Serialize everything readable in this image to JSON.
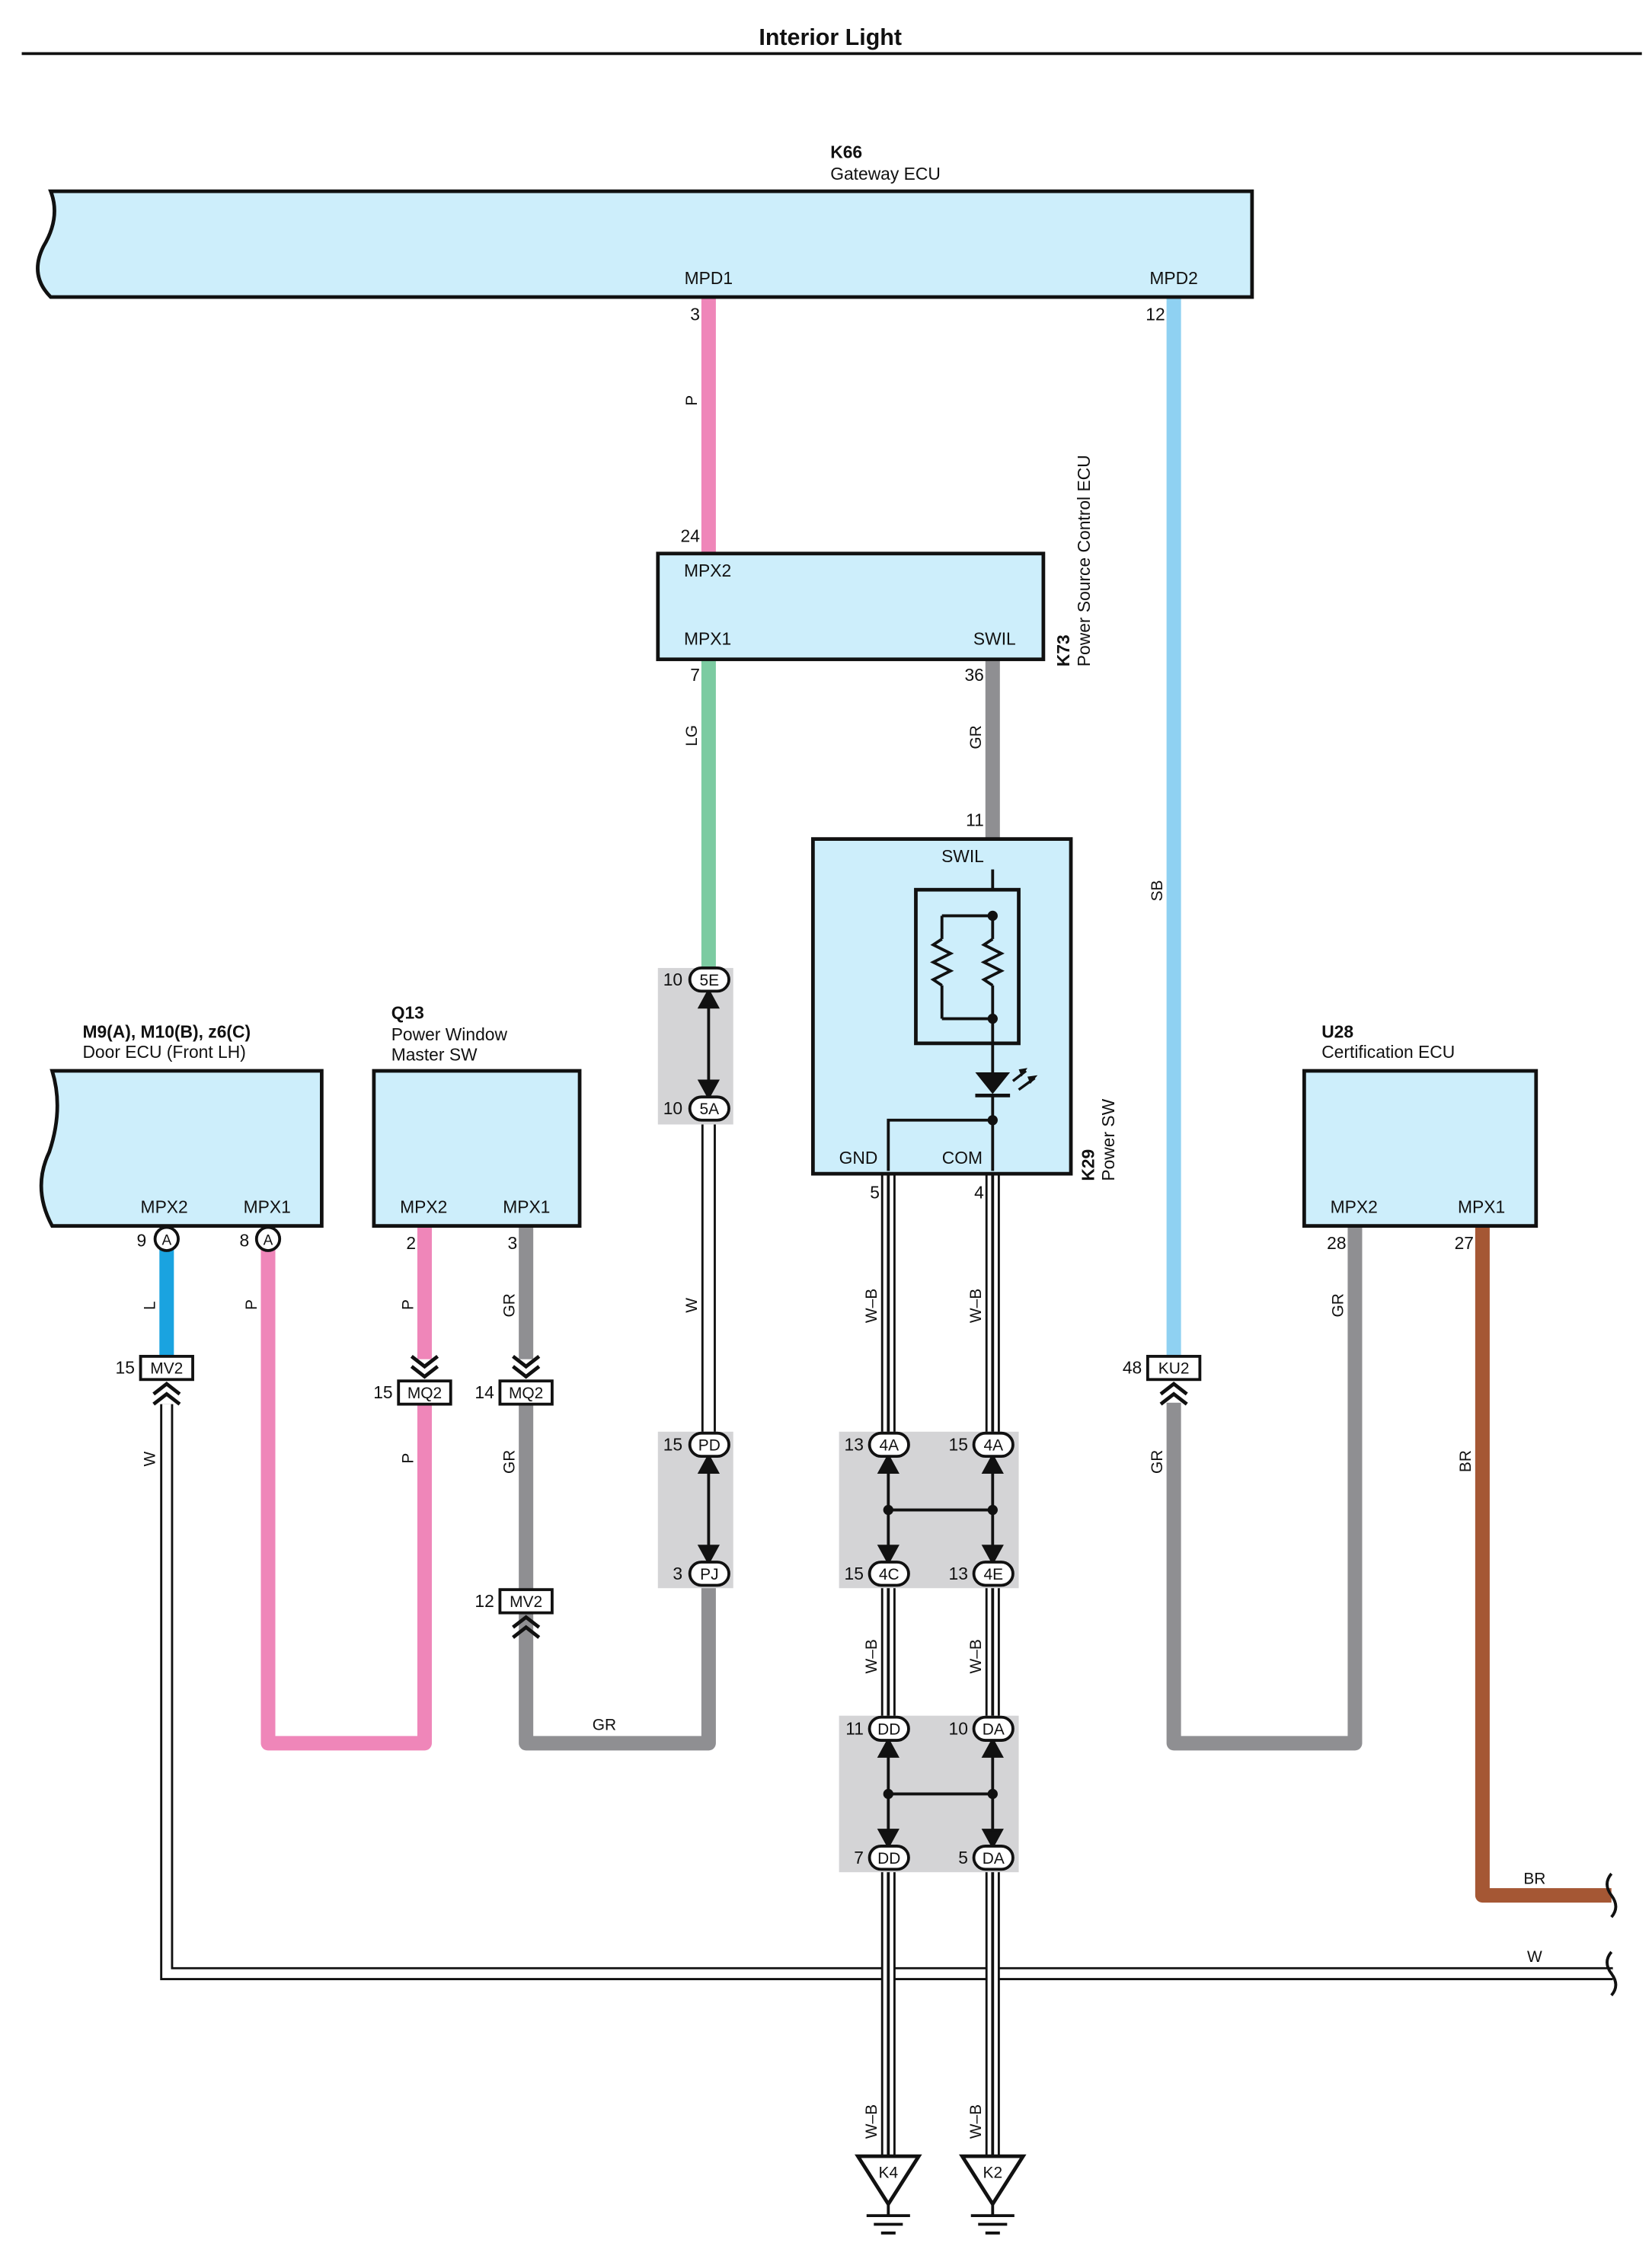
{
  "title": "Interior Light",
  "colors": {
    "ecu_fill": "#cdeefb",
    "junction_fill": "#d4d4d6",
    "P": "#ef86b9",
    "SB": "#8fd1f2",
    "LG": "#7ccba1",
    "GR": "#8f8f92",
    "L": "#1aa3e0",
    "BR": "#a55734",
    "W": "#ffffff",
    "outline": "#111111"
  },
  "components": {
    "k66": {
      "id": "K66",
      "name": "Gateway ECU",
      "pin_mpd1": "MPD1",
      "pin_mpd2": "MPD2"
    },
    "k73": {
      "id": "K73",
      "name": "Power Source Control ECU",
      "pin_mpx2": "MPX2",
      "pin_mpx1": "MPX1",
      "pin_swil": "SWIL"
    },
    "k29": {
      "id": "K29",
      "name": "Power SW",
      "pin_swil": "SWIL",
      "pin_gnd": "GND",
      "pin_com": "COM"
    },
    "m9": {
      "id": "M9(A), M10(B), z6(C)",
      "name": "Door ECU (Front LH)",
      "pin_mpx2": "MPX2",
      "pin_mpx1": "MPX1"
    },
    "q13": {
      "id": "Q13",
      "name_line1": "Power Window",
      "name_line2": "Master SW",
      "pin_mpx2": "MPX2",
      "pin_mpx1": "MPX1"
    },
    "u28": {
      "id": "U28",
      "name": "Certification ECU",
      "pin_mpx2": "MPX2",
      "pin_mpx1": "MPX1"
    }
  },
  "pins": {
    "k66_3": "3",
    "k66_12": "12",
    "k73_24": "24",
    "k73_7": "7",
    "k73_36": "36",
    "k29_11": "11",
    "k29_5": "5",
    "k29_4": "4",
    "m9_9": "9",
    "m9_8": "8",
    "q13_2": "2",
    "q13_3": "3",
    "u28_28": "28",
    "u28_27": "27",
    "mv2_15": "15",
    "mq2_15": "15",
    "mq2_14": "14",
    "mv2_12": "12",
    "ku2_48": "48",
    "j5e": "10",
    "j5a": "10",
    "jpd": "15",
    "jpj": "3",
    "j4a_13": "13",
    "j4a_15": "15",
    "j4c": "15",
    "j4e": "13",
    "jdd_11": "11",
    "jda_10": "10",
    "jdd_7": "7",
    "jda_5": "5"
  },
  "connectors": {
    "a": "A",
    "mv2": "MV2",
    "mq2": "MQ2",
    "ku2": "KU2",
    "c5e": "5E",
    "c5a": "5A",
    "pd": "PD",
    "pj": "PJ",
    "c4a": "4A",
    "c4c": "4C",
    "c4e": "4E",
    "dd": "DD",
    "da": "DA"
  },
  "wires": {
    "p": "P",
    "sb": "SB",
    "lg": "LG",
    "gr": "GR",
    "w": "W",
    "wb": "W–B",
    "l": "L",
    "br": "BR"
  },
  "grounds": {
    "k4": "K4",
    "k2": "K2"
  }
}
